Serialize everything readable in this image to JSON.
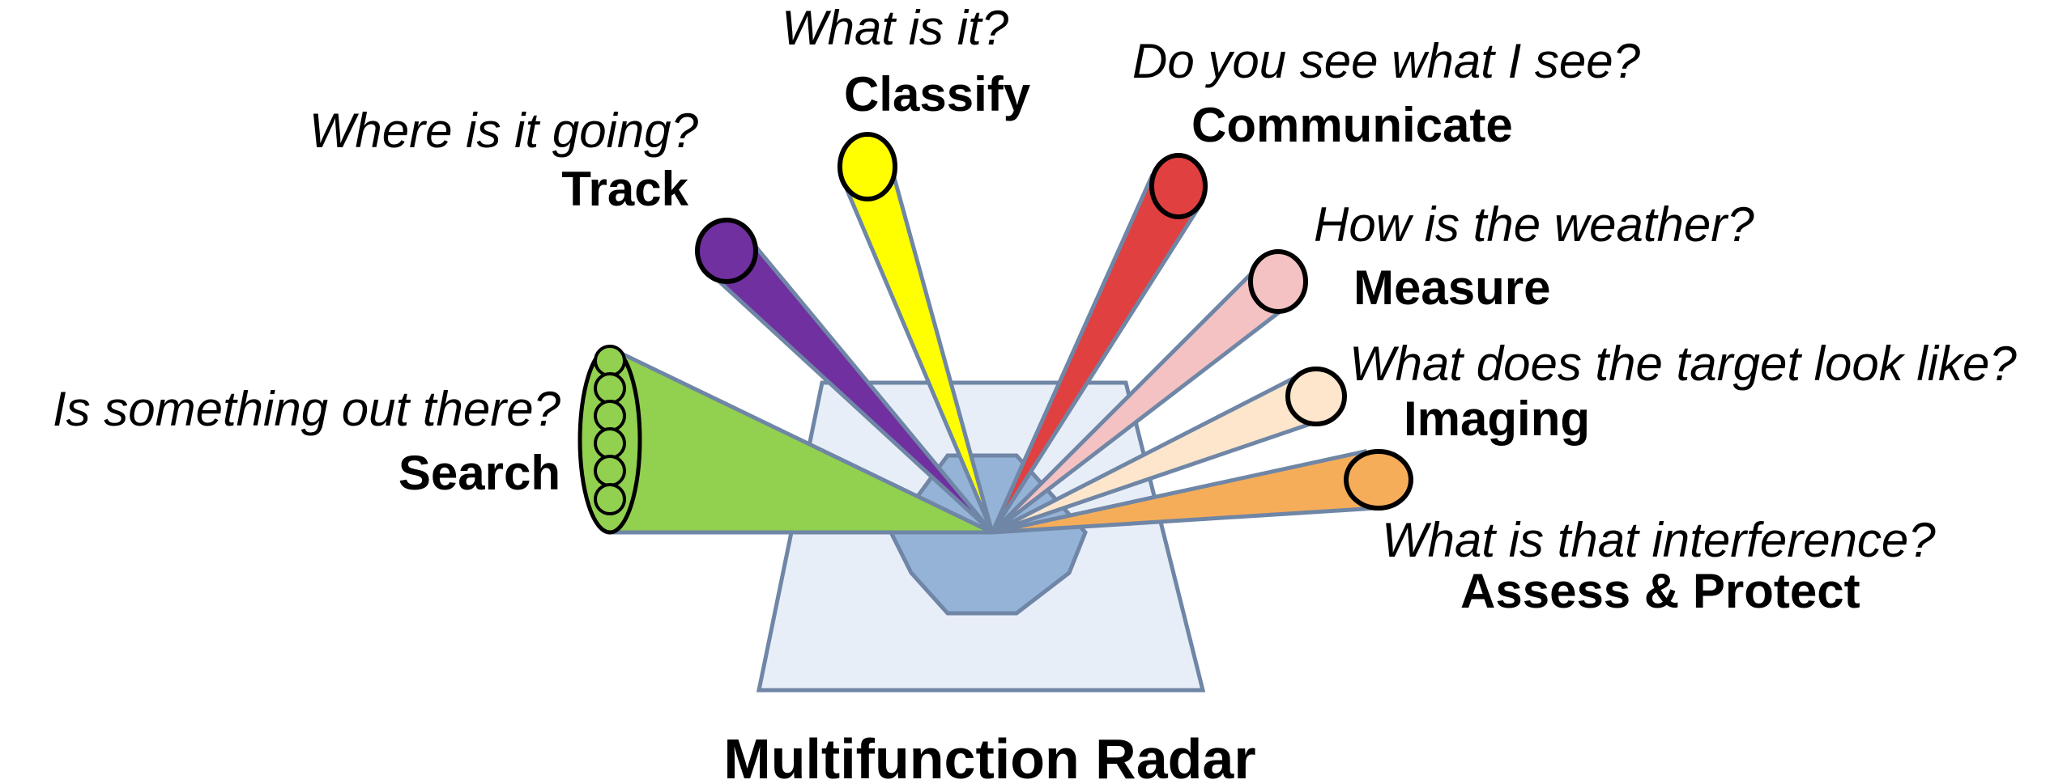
{
  "title": "Multifunction Radar",
  "colors": {
    "search": "#92d050",
    "track": "#7030a0",
    "classify": "#ffff00",
    "communicate": "#e04040",
    "measure": "#f4c2c2",
    "imaging": "#fde6cc",
    "assess": "#f6ad5a",
    "base": "#e8eef8",
    "dome": "#95b3d7",
    "outline": "#6f86a6"
  },
  "functions": [
    {
      "id": "search",
      "question": "Is something out there?",
      "name": "Search"
    },
    {
      "id": "track",
      "question": "Where is it going?",
      "name": "Track"
    },
    {
      "id": "classify",
      "question": "What is it?",
      "name": "Classify"
    },
    {
      "id": "communicate",
      "question": "Do you see what I see?",
      "name": "Communicate"
    },
    {
      "id": "measure",
      "question": "How is the weather?",
      "name": "Measure"
    },
    {
      "id": "imaging",
      "question": "What does the target look like?",
      "name": "Imaging"
    },
    {
      "id": "assess",
      "question": "What is that interference?",
      "name": "Assess & Protect"
    }
  ]
}
